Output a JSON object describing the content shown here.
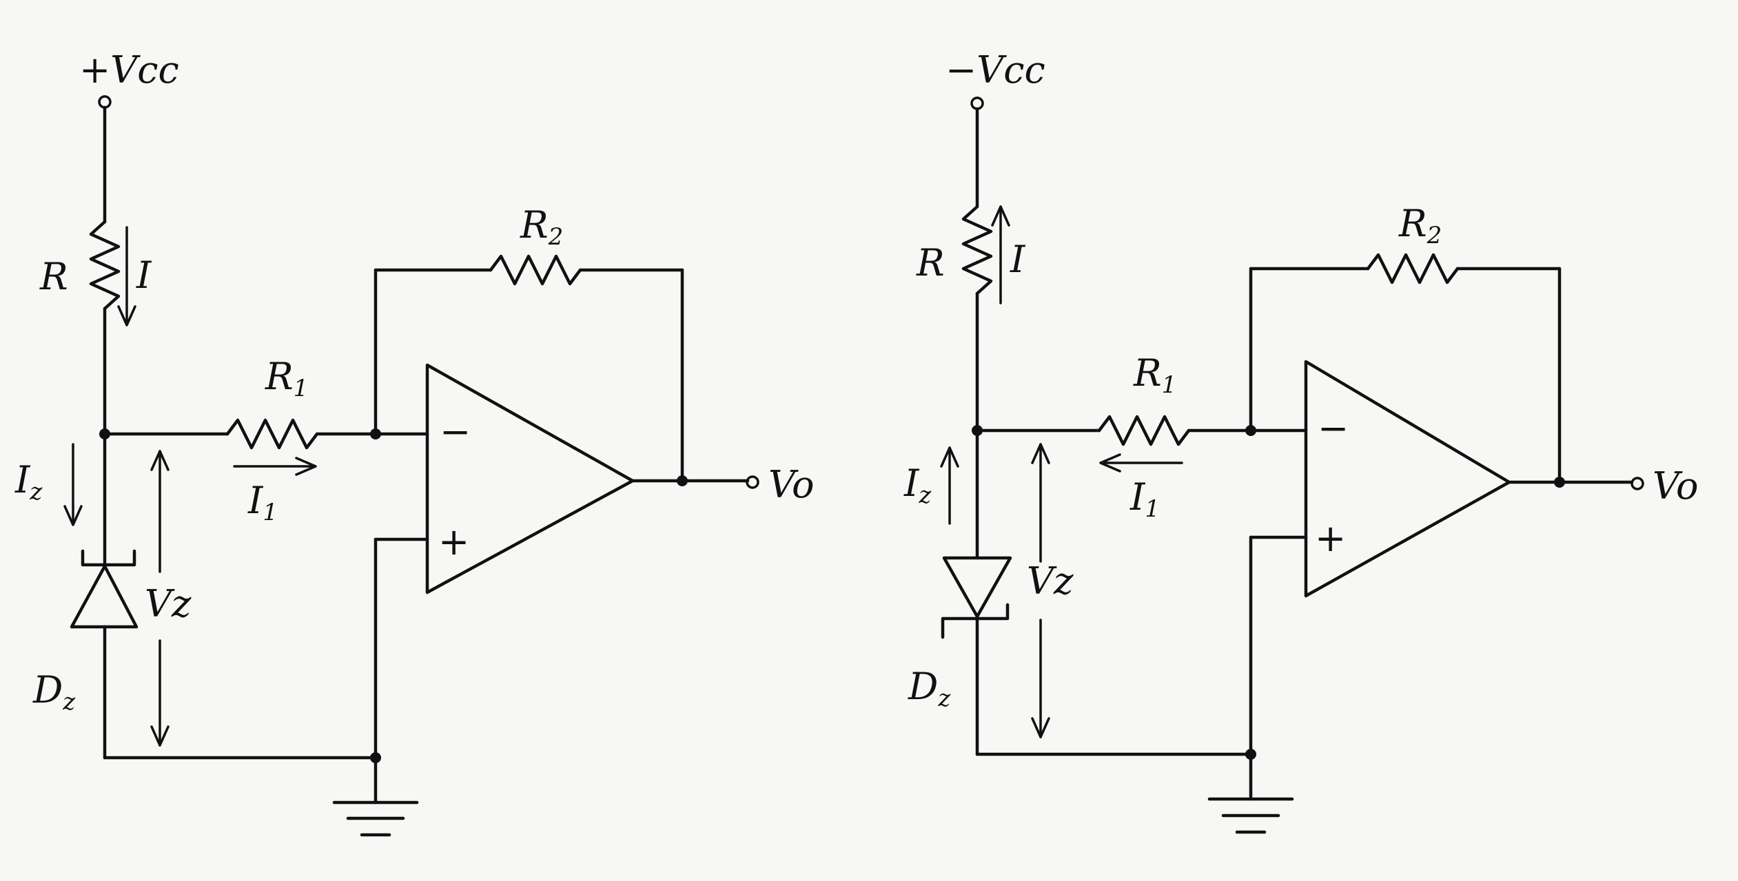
{
  "circuits": [
    {
      "supply_label": "+Vcc",
      "r_label": "R",
      "i_label": "I",
      "r1_label": "R",
      "r1_sub": "1",
      "r2_label": "R",
      "r2_sub": "2",
      "i1_label": "I",
      "i1_sub": "1",
      "iz_label": "I",
      "iz_sub": "z",
      "vz_label": "Vz",
      "dz_label": "D",
      "dz_sub": "z",
      "vo_label": "Vo",
      "minus_label": "−",
      "plus_label": "+"
    },
    {
      "supply_label": "−Vcc",
      "r_label": "R",
      "i_label": "I",
      "r1_label": "R",
      "r1_sub": "1",
      "r2_label": "R",
      "r2_sub": "2",
      "i1_label": "I",
      "i1_sub": "1",
      "iz_label": "I",
      "iz_sub": "z",
      "vz_label": "Vz",
      "dz_label": "D",
      "dz_sub": "z",
      "vo_label": "Vo",
      "minus_label": "−",
      "plus_label": "+"
    }
  ]
}
